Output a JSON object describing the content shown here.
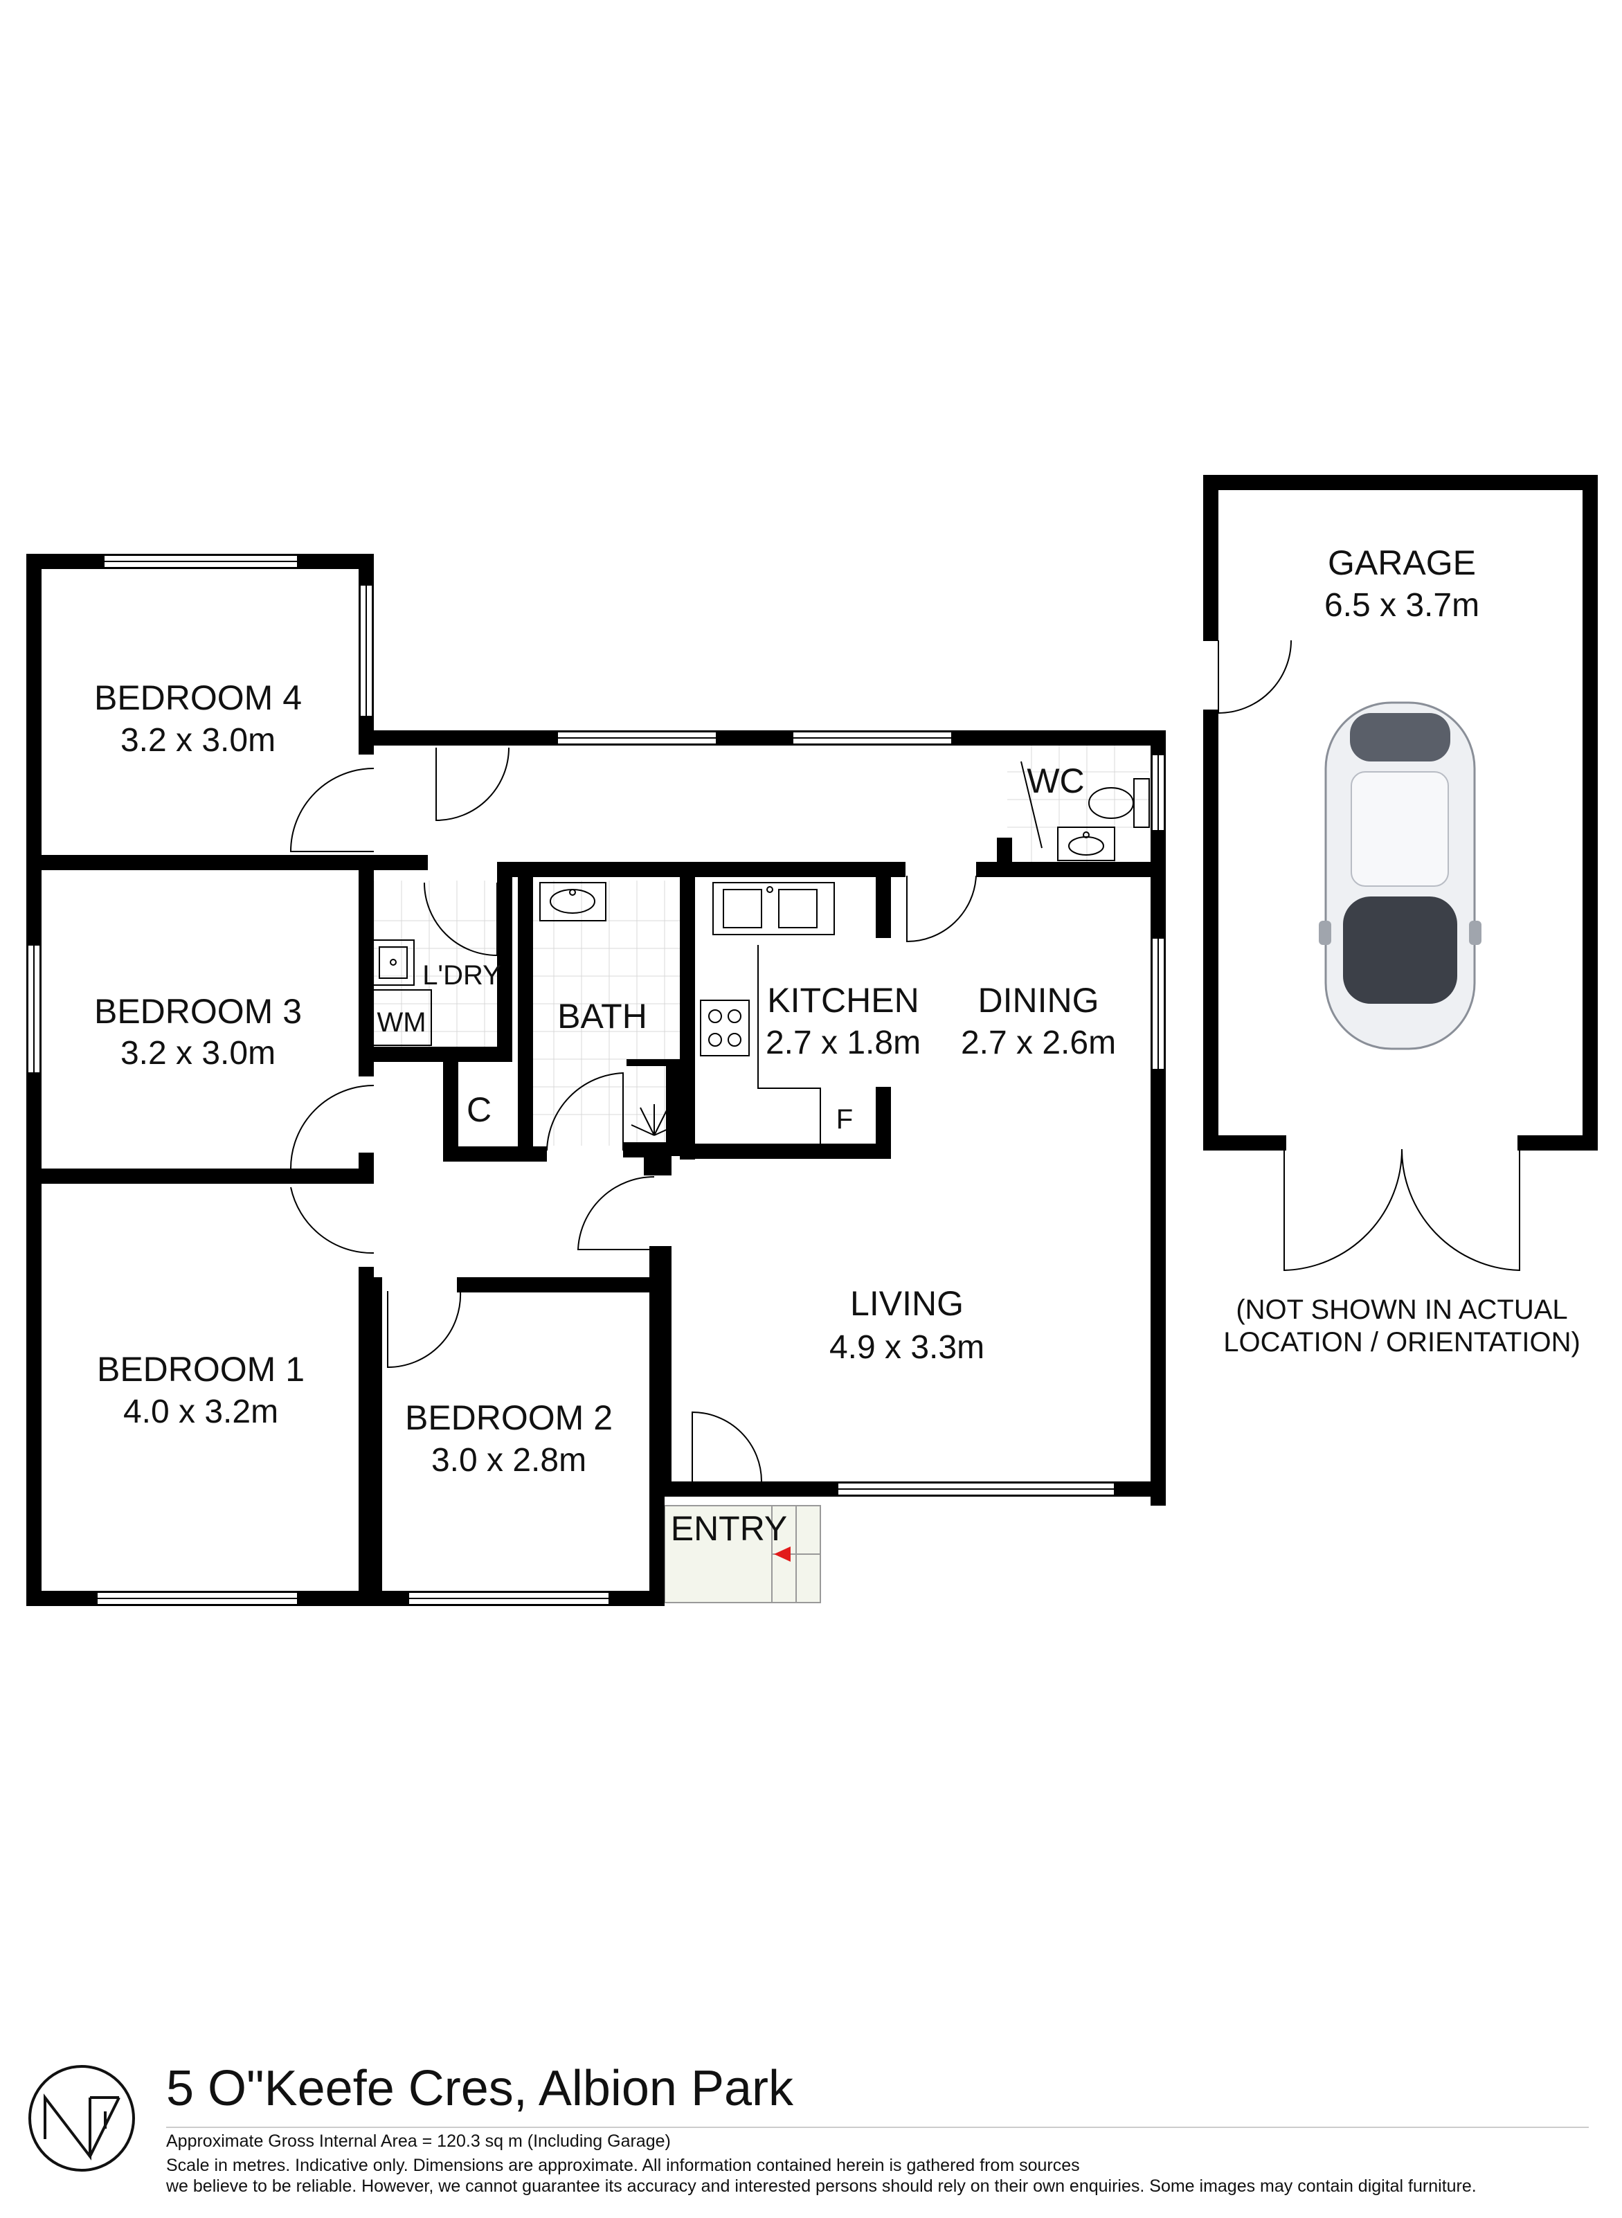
{
  "rooms": {
    "garage": {
      "name": "GARAGE",
      "dims": "6.5 x 3.7m"
    },
    "bedroom4": {
      "name": "BEDROOM 4",
      "dims": "3.2 x 3.0m"
    },
    "bedroom3": {
      "name": "BEDROOM 3",
      "dims": "3.2 x 3.0m"
    },
    "bedroom1": {
      "name": "BEDROOM 1",
      "dims": "4.0 x 3.2m"
    },
    "bedroom2": {
      "name": "BEDROOM 2",
      "dims": "3.0 x 2.8m"
    },
    "kitchen": {
      "name": "KITCHEN",
      "dims": "2.7 x 1.8m"
    },
    "dining": {
      "name": "DINING",
      "dims": "2.7 x 2.6m"
    },
    "living": {
      "name": "LIVING",
      "dims": "4.9 x 3.3m"
    },
    "bath": {
      "name": "BATH"
    },
    "laundry": {
      "name": "L'DRY"
    },
    "wc": {
      "name": "WC"
    },
    "entry": {
      "name": "ENTRY"
    }
  },
  "fixtures": {
    "wm": "WM",
    "cupboard": "C",
    "fridge": "F"
  },
  "garage_note": [
    "(NOT SHOWN IN ACTUAL",
    "LOCATION / ORIENTATION)"
  ],
  "address": "5 O\"Keefe Cres, Albion Park",
  "footer": {
    "area": "Approximate Gross Internal Area = 120.3 sq m (Including Garage)",
    "line1": "Scale in metres. Indicative only. Dimensions are approximate. All information contained herein is gathered from sources",
    "line2": "we believe to be reliable. However, we cannot guarantee its accuracy and interested persons should rely on their own enquiries. Some images may contain digital furniture."
  },
  "colors": {
    "wall": "#000000",
    "entry_tile": "#f3f5ec",
    "arrow": "#e21b1b",
    "car_body": "#eef0f3"
  }
}
